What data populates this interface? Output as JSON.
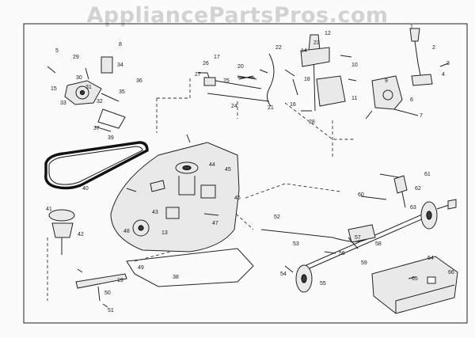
{
  "watermark": "AppliancePartsPros.com",
  "callouts": [
    {
      "id": "c1",
      "text": "1"
    },
    {
      "id": "c2",
      "text": "2"
    },
    {
      "id": "c3",
      "text": "3"
    },
    {
      "id": "c4",
      "text": "4"
    },
    {
      "id": "c5",
      "text": "5"
    },
    {
      "id": "c6",
      "text": "6"
    },
    {
      "id": "c7",
      "text": "7"
    },
    {
      "id": "c8",
      "text": "8"
    },
    {
      "id": "c9",
      "text": "9"
    },
    {
      "id": "c10",
      "text": "10"
    },
    {
      "id": "c11",
      "text": "11"
    },
    {
      "id": "c12",
      "text": "12"
    },
    {
      "id": "c13",
      "text": "13"
    },
    {
      "id": "c14",
      "text": "14"
    },
    {
      "id": "c15",
      "text": "15"
    },
    {
      "id": "c16",
      "text": "16"
    },
    {
      "id": "c17",
      "text": "17"
    },
    {
      "id": "c18",
      "text": "18"
    },
    {
      "id": "c19",
      "text": "19"
    },
    {
      "id": "c20",
      "text": "20"
    },
    {
      "id": "c21",
      "text": "21"
    },
    {
      "id": "c22",
      "text": "22"
    },
    {
      "id": "c23",
      "text": "23"
    },
    {
      "id": "c24",
      "text": "24"
    },
    {
      "id": "c25",
      "text": "25"
    },
    {
      "id": "c26",
      "text": "26"
    },
    {
      "id": "c27",
      "text": "27"
    },
    {
      "id": "c28",
      "text": "28"
    },
    {
      "id": "c29",
      "text": "29"
    },
    {
      "id": "c30",
      "text": "30"
    },
    {
      "id": "c31",
      "text": "31"
    },
    {
      "id": "c32",
      "text": "32"
    },
    {
      "id": "c33",
      "text": "33"
    },
    {
      "id": "c34",
      "text": "34"
    },
    {
      "id": "c35",
      "text": "35"
    },
    {
      "id": "c36",
      "text": "36"
    },
    {
      "id": "c37",
      "text": "37"
    },
    {
      "id": "c38",
      "text": "38"
    },
    {
      "id": "c39",
      "text": "39"
    },
    {
      "id": "c40",
      "text": "40"
    },
    {
      "id": "c41",
      "text": "41"
    },
    {
      "id": "c42",
      "text": "42"
    },
    {
      "id": "c43",
      "text": "43"
    },
    {
      "id": "c44",
      "text": "44"
    },
    {
      "id": "c45",
      "text": "45"
    },
    {
      "id": "c46",
      "text": "46"
    },
    {
      "id": "c47",
      "text": "47"
    },
    {
      "id": "c48",
      "text": "48"
    },
    {
      "id": "c49",
      "text": "49"
    },
    {
      "id": "c50",
      "text": "50"
    },
    {
      "id": "c51",
      "text": "51"
    },
    {
      "id": "c52",
      "text": "52"
    },
    {
      "id": "c53",
      "text": "53"
    },
    {
      "id": "c54",
      "text": "54"
    },
    {
      "id": "c55",
      "text": "55"
    },
    {
      "id": "c56",
      "text": "56"
    },
    {
      "id": "c57",
      "text": "57"
    },
    {
      "id": "c58",
      "text": "58"
    },
    {
      "id": "c59",
      "text": "59"
    },
    {
      "id": "c60",
      "text": "60"
    },
    {
      "id": "c61",
      "text": "61"
    },
    {
      "id": "c62",
      "text": "62"
    },
    {
      "id": "c63",
      "text": "63"
    },
    {
      "id": "c64",
      "text": "64"
    },
    {
      "id": "c65",
      "text": "65"
    },
    {
      "id": "c66",
      "text": "66"
    }
  ]
}
